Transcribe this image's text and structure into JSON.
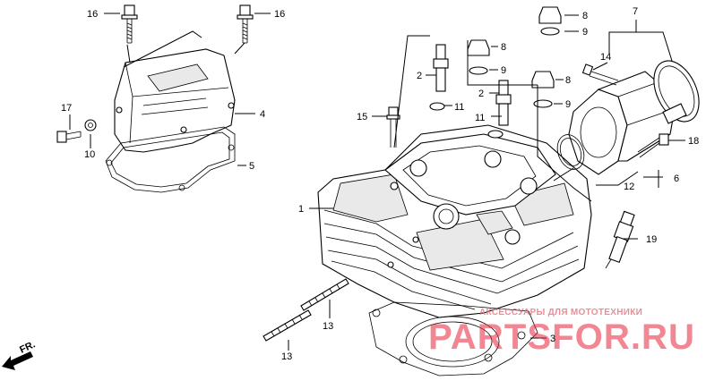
{
  "diagram": {
    "callouts": [
      {
        "id": "c16a",
        "text": "16"
      },
      {
        "id": "c16b",
        "text": "16"
      },
      {
        "id": "c17",
        "text": "17"
      },
      {
        "id": "c10",
        "text": "10"
      },
      {
        "id": "c4",
        "text": "4"
      },
      {
        "id": "c5",
        "text": "5"
      },
      {
        "id": "c1",
        "text": "1"
      },
      {
        "id": "c15",
        "text": "15"
      },
      {
        "id": "c2a",
        "text": "2"
      },
      {
        "id": "c2b",
        "text": "2"
      },
      {
        "id": "c11a",
        "text": "11"
      },
      {
        "id": "c11b",
        "text": "11"
      },
      {
        "id": "c8a",
        "text": "8"
      },
      {
        "id": "c9a",
        "text": "9"
      },
      {
        "id": "c8b",
        "text": "8"
      },
      {
        "id": "c9b",
        "text": "9"
      },
      {
        "id": "c8c",
        "text": "8"
      },
      {
        "id": "c9c",
        "text": "9"
      },
      {
        "id": "c7",
        "text": "7"
      },
      {
        "id": "c14",
        "text": "14"
      },
      {
        "id": "c18",
        "text": "18"
      },
      {
        "id": "c6",
        "text": "6"
      },
      {
        "id": "c12",
        "text": "12"
      },
      {
        "id": "c19",
        "text": "19"
      },
      {
        "id": "c3",
        "text": "3"
      },
      {
        "id": "c13a",
        "text": "13"
      },
      {
        "id": "c13b",
        "text": "13"
      }
    ],
    "front_label": "FR.",
    "watermark": {
      "top_line": "АКСЕССУАРЫ ДЛЯ МОТОТЕХНИКИ",
      "brand": "PARTSFOR.RU"
    }
  }
}
